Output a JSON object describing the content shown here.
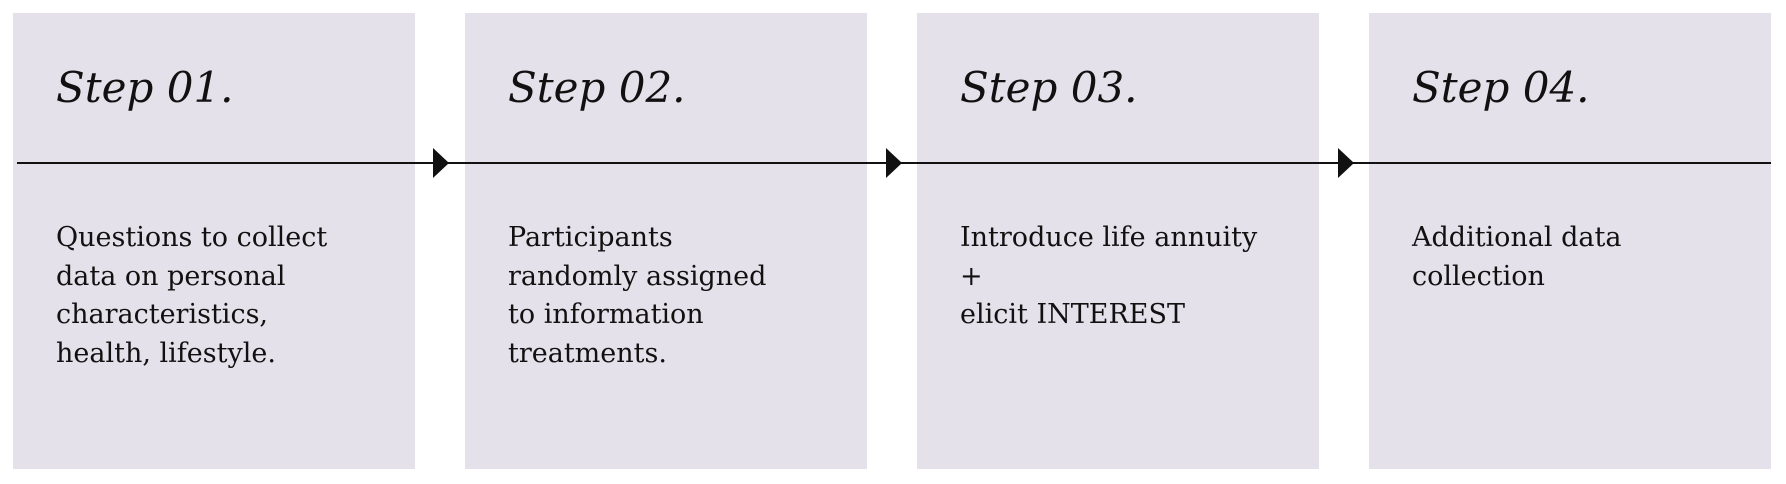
{
  "colors": {
    "card_fill": "#e4e1ea",
    "line": "#111111",
    "text": "#111111",
    "background": "#ffffff"
  },
  "steps": [
    {
      "title": "Step 01.",
      "text": "Questions to collect\ndata on personal\ncharacteristics,\nhealth, lifestyle."
    },
    {
      "title": "Step 02.",
      "text": "Participants\nrandomly assigned\nto information\ntreatments."
    },
    {
      "title": "Step 03.",
      "text": "Introduce life annuity\n+\nelicit INTEREST"
    },
    {
      "title": "Step 04.",
      "text": "Additional data\ncollection"
    }
  ]
}
